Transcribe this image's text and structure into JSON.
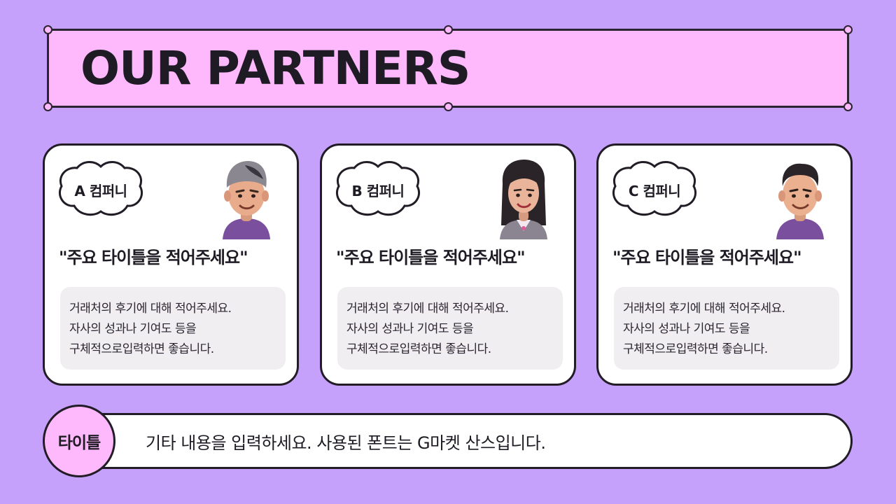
{
  "header": {
    "title": "OUR PARTNERS"
  },
  "cards": [
    {
      "company": "A 컴퍼니",
      "title": "\"주요 타이틀을 적어주세요\"",
      "body_lines": [
        "거래처의 후기에 대해 적어주세요.",
        "자사의 성과나 기여도 등을",
        "구체적으로입력하면 좋습니다."
      ],
      "avatar": "man-with-cap-avatar"
    },
    {
      "company": "B 컴퍼니",
      "title": "\"주요 타이틀을 적어주세요\"",
      "body_lines": [
        "거래처의 후기에 대해 적어주세요.",
        "자사의 성과나 기여도 등을",
        "구체적으로입력하면 좋습니다."
      ],
      "avatar": "woman-avatar"
    },
    {
      "company": "C 컴퍼니",
      "title": "\"주요 타이틀을 적어주세요\"",
      "body_lines": [
        "거래처의 후기에 대해 적어주세요.",
        "자사의 성과나 기여도 등을",
        "구체적으로입력하면 좋습니다."
      ],
      "avatar": "man-avatar"
    }
  ],
  "footer": {
    "badge": "타이틀",
    "text": "기타 내용을 입력하세요. 사용된 폰트는 G마켓 산스입니다."
  },
  "colors": {
    "background": "#c6a1fb",
    "pink": "#fdb9fb",
    "outline": "#211c26",
    "card": "#ffffff",
    "body_box": "#f1eef2"
  }
}
